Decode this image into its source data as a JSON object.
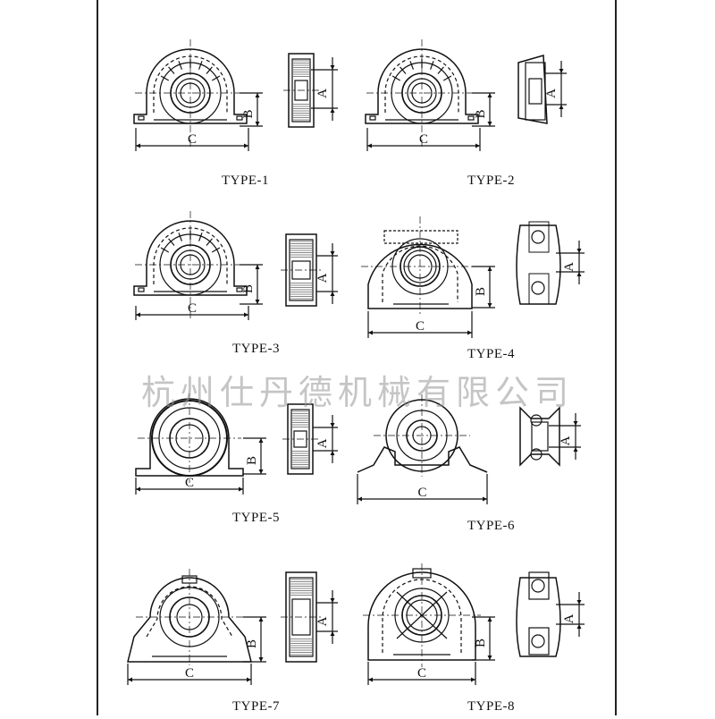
{
  "watermark": "杭州仕丹德机械有限公司",
  "colors": {
    "ink": "#111111",
    "watermark": "#969696",
    "paper": "#ffffff"
  },
  "dimension_labels": {
    "bore": "A",
    "height": "B",
    "width": "C"
  },
  "types": [
    {
      "id": "type-1",
      "label": "TYPE-1"
    },
    {
      "id": "type-2",
      "label": "TYPE-2"
    },
    {
      "id": "type-3",
      "label": "TYPE-3"
    },
    {
      "id": "type-4",
      "label": "TYPE-4"
    },
    {
      "id": "type-5",
      "label": "TYPE-5"
    },
    {
      "id": "type-6",
      "label": "TYPE-6"
    },
    {
      "id": "type-7",
      "label": "TYPE-7"
    },
    {
      "id": "type-8",
      "label": "TYPE-8"
    }
  ]
}
